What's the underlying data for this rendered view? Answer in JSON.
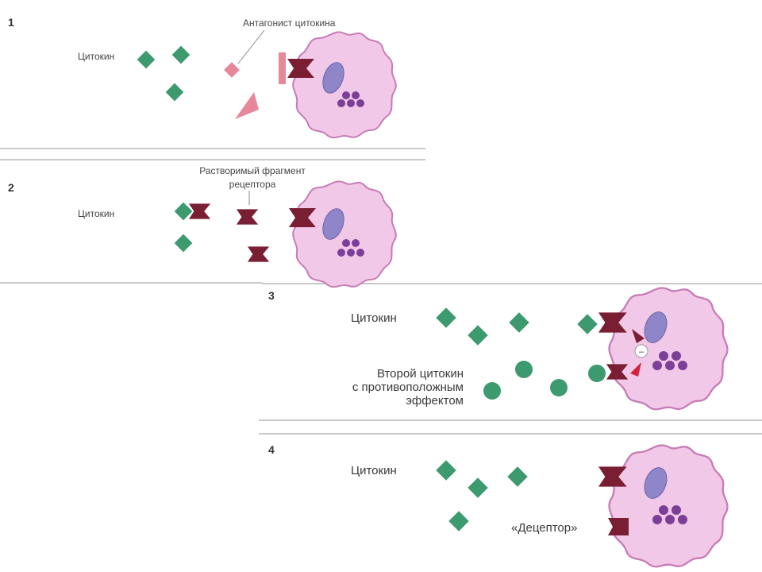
{
  "panels": [
    {
      "number": "1",
      "cytokine_label": "Цитокин",
      "antagonist_label": "Антагонист цитокина"
    },
    {
      "number": "2",
      "cytokine_label": "Цитокин",
      "soluble_receptor_label": "Растворимый фрагмент\nрецептора"
    },
    {
      "number": "3",
      "cytokine_label": "Цитокин",
      "second_cytokine_label": "Второй цитокин\nс противоположным\nэффектом",
      "minus_sign": "–"
    },
    {
      "number": "4",
      "cytokine_label": "Цитокин",
      "decoy_label": "«Децептор»"
    }
  ],
  "colors": {
    "cytokine": "#3d9a6e",
    "receptor": "#7a1f33",
    "antagonist": "#e6889a",
    "cell_body": "#f2c8e8",
    "cell_border": "#c77cb6",
    "nucleus": "#8f86c9",
    "granule": "#7b3f97",
    "inhibitory": "#d0243b"
  }
}
